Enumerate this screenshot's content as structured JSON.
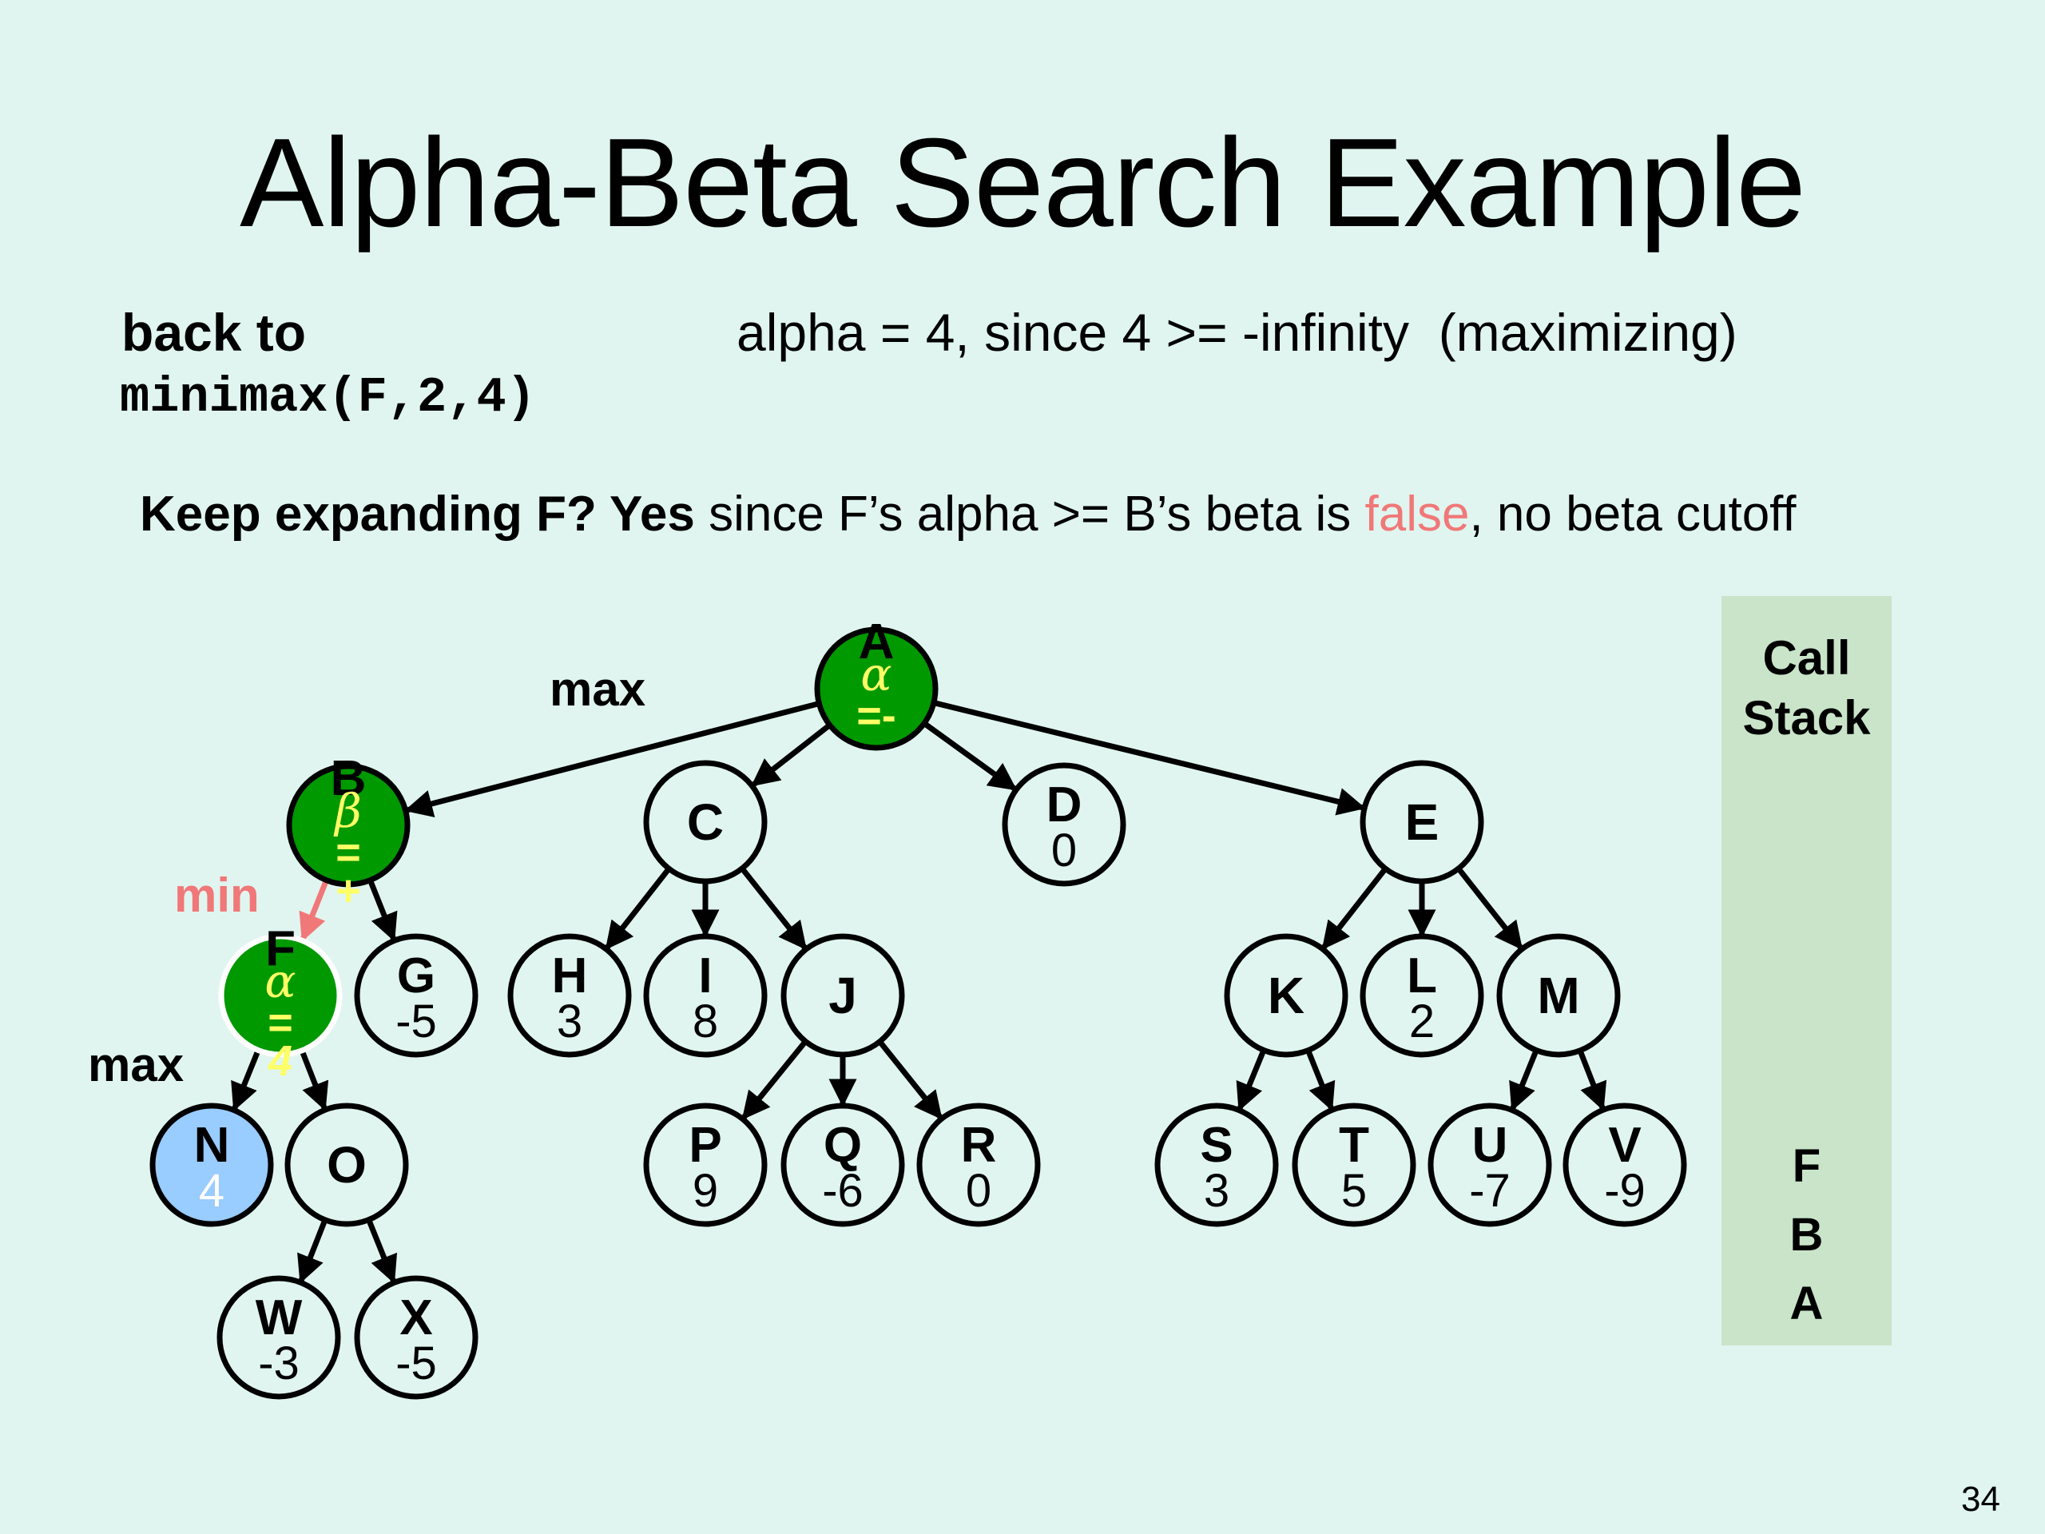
{
  "title": "Alpha-Beta Search Example",
  "back_to": "back to",
  "minimax_call": "minimax(F,2,4)",
  "alpha_line": "alpha = 4, since 4 >= -infinity  (maximizing)",
  "keep_line": {
    "bold_part": "Keep expanding F? Yes",
    "part1": " since F’s alpha >= B’s beta is ",
    "highlight": "false",
    "part2": ", no beta cutoff"
  },
  "level_labels": {
    "max_top": "max",
    "min": "min",
    "max_bottom": "max"
  },
  "colors": {
    "background": "#e0f5ef",
    "active_node": "#009900",
    "active_text": "#ffff66",
    "leaf_visited": "#99ccff",
    "min_label": "#f07878",
    "call_stack_bg": "#c9e4c9"
  },
  "tree": {
    "nodes": [
      {
        "id": "A",
        "value": "",
        "annotation": [
          "α",
          "=-"
        ],
        "state": "active"
      },
      {
        "id": "B",
        "value": "",
        "annotation": [
          "β",
          "=",
          "+"
        ],
        "state": "active"
      },
      {
        "id": "C",
        "value": "",
        "state": "normal"
      },
      {
        "id": "D",
        "value": "0",
        "state": "normal"
      },
      {
        "id": "E",
        "value": "",
        "state": "normal"
      },
      {
        "id": "F",
        "value": "",
        "annotation": [
          "α",
          "=",
          "4"
        ],
        "state": "current"
      },
      {
        "id": "G",
        "value": "-5",
        "state": "normal"
      },
      {
        "id": "H",
        "value": "3",
        "state": "normal"
      },
      {
        "id": "I",
        "value": "8",
        "state": "normal"
      },
      {
        "id": "J",
        "value": "",
        "state": "normal"
      },
      {
        "id": "K",
        "value": "",
        "state": "normal"
      },
      {
        "id": "L",
        "value": "2",
        "state": "normal"
      },
      {
        "id": "M",
        "value": "",
        "state": "normal"
      },
      {
        "id": "N",
        "value": "4",
        "state": "visited"
      },
      {
        "id": "O",
        "value": "",
        "state": "normal"
      },
      {
        "id": "P",
        "value": "9",
        "state": "normal"
      },
      {
        "id": "Q",
        "value": "-6",
        "state": "normal"
      },
      {
        "id": "R",
        "value": "0",
        "state": "normal"
      },
      {
        "id": "S",
        "value": "3",
        "state": "normal"
      },
      {
        "id": "T",
        "value": "5",
        "state": "normal"
      },
      {
        "id": "U",
        "value": "-7",
        "state": "normal"
      },
      {
        "id": "V",
        "value": "-9",
        "state": "normal"
      },
      {
        "id": "W",
        "value": "-3",
        "state": "normal"
      },
      {
        "id": "X",
        "value": "-5",
        "state": "normal"
      }
    ],
    "edges": [
      {
        "from": "A",
        "to": "B",
        "highlight": false
      },
      {
        "from": "A",
        "to": "C",
        "highlight": false
      },
      {
        "from": "A",
        "to": "D",
        "highlight": false
      },
      {
        "from": "A",
        "to": "E",
        "highlight": false
      },
      {
        "from": "B",
        "to": "F",
        "highlight": true
      },
      {
        "from": "B",
        "to": "G",
        "highlight": false
      },
      {
        "from": "C",
        "to": "H",
        "highlight": false
      },
      {
        "from": "C",
        "to": "I",
        "highlight": false
      },
      {
        "from": "C",
        "to": "J",
        "highlight": false
      },
      {
        "from": "E",
        "to": "K",
        "highlight": false
      },
      {
        "from": "E",
        "to": "L",
        "highlight": false
      },
      {
        "from": "E",
        "to": "M",
        "highlight": false
      },
      {
        "from": "F",
        "to": "N",
        "highlight": false
      },
      {
        "from": "F",
        "to": "O",
        "highlight": false
      },
      {
        "from": "J",
        "to": "P",
        "highlight": false
      },
      {
        "from": "J",
        "to": "Q",
        "highlight": false
      },
      {
        "from": "J",
        "to": "R",
        "highlight": false
      },
      {
        "from": "K",
        "to": "S",
        "highlight": false
      },
      {
        "from": "K",
        "to": "T",
        "highlight": false
      },
      {
        "from": "M",
        "to": "U",
        "highlight": false
      },
      {
        "from": "M",
        "to": "V",
        "highlight": false
      },
      {
        "from": "O",
        "to": "W",
        "highlight": false
      },
      {
        "from": "O",
        "to": "X",
        "highlight": false
      }
    ]
  },
  "call_stack": {
    "title": "Call Stack",
    "items": [
      "F",
      "B",
      "A"
    ]
  },
  "page_number": "34"
}
